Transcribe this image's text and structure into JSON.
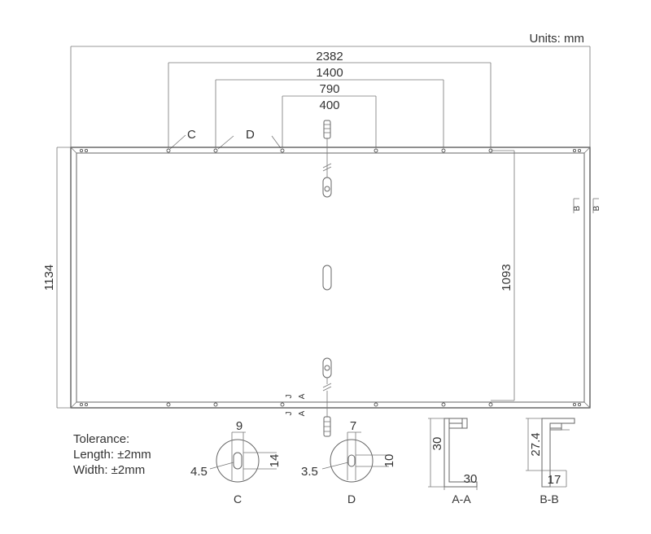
{
  "units_label": "Units: mm",
  "dims": {
    "width_total": "2382",
    "hole_span_1": "1400",
    "hole_span_2": "790",
    "hole_span_3": "400",
    "height_total": "1134",
    "hole_span_vertical": "1093"
  },
  "callouts": {
    "c": "C",
    "d": "D"
  },
  "section_marks": {
    "a_left": "A",
    "a_right": "A",
    "j_left": "J",
    "j_right": "J",
    "b_left": "B",
    "b_right": "B"
  },
  "tolerance": {
    "title": "Tolerance:",
    "length": "Length: ±2mm",
    "width": "Width: ±2mm"
  },
  "detail_c": {
    "label": "C",
    "top": "9",
    "side": "14",
    "hole": "4.5"
  },
  "detail_d": {
    "label": "D",
    "top": "7",
    "side": "10",
    "hole": "3.5"
  },
  "section_aa": {
    "label": "A-A",
    "height": "30",
    "width": "30"
  },
  "section_bb": {
    "label": "B-B",
    "height": "27.4",
    "width": "17"
  }
}
